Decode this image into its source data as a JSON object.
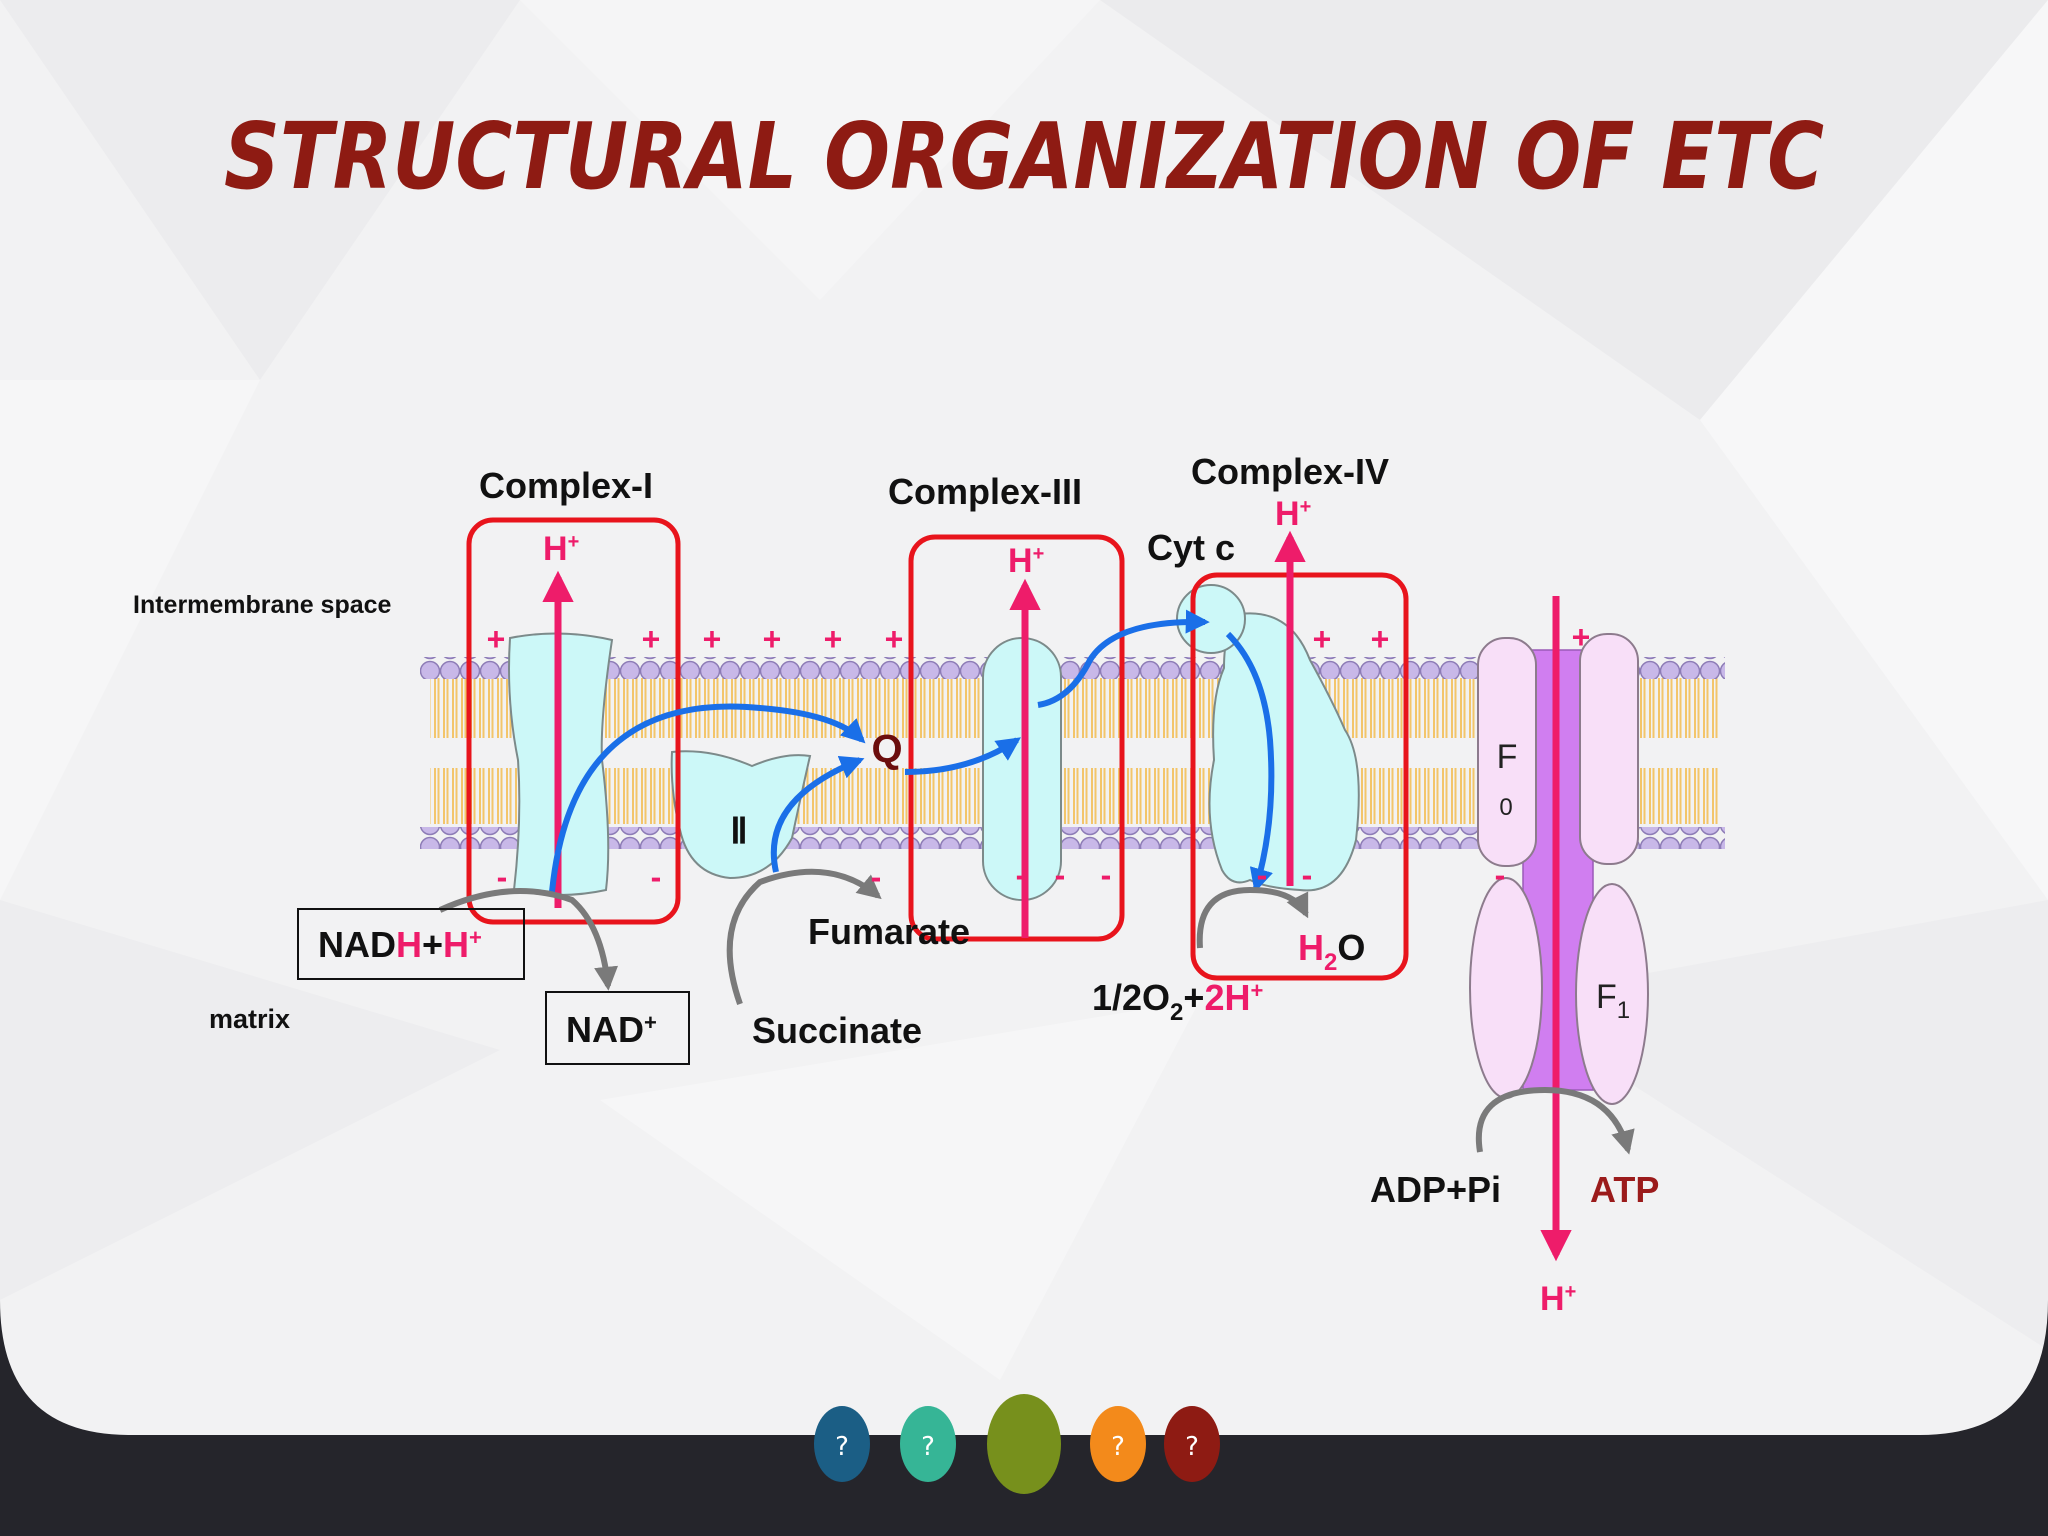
{
  "title": "STRUCTURAL ORGANIZATION OF ETC",
  "regions": {
    "top": "Intermembrane space",
    "bottom": "matrix"
  },
  "complexes": {
    "c1": "Complex-I",
    "c2": "Ⅱ",
    "c3": "Complex-III",
    "c4": "Complex-IV",
    "q": "Q",
    "cytc": "Cyt c",
    "f0_main": "F",
    "f0_sub": "0",
    "f1_main": "F",
    "f1_sub": "1"
  },
  "proton": {
    "main": "H",
    "sup": "+"
  },
  "charges": {
    "plus": "+",
    "minus": "-"
  },
  "nadh": {
    "a": "NAD",
    "b": "H",
    "c": "+",
    "d": "H",
    "e": "+"
  },
  "nad": {
    "a": "NAD",
    "b": "+"
  },
  "succinate": "Succinate",
  "fumarate": "Fumarate",
  "oxygen": {
    "a": "1/2O",
    "b": "2",
    "c": "+",
    "d": "2H",
    "e": "+"
  },
  "water": {
    "a": "H",
    "b": "2",
    "c": "O"
  },
  "adp": "ADP+Pi",
  "atp": "ATP",
  "nav": {
    "buttons": [
      {
        "glyph": "?",
        "color": "#1b5e85"
      },
      {
        "glyph": "?",
        "color": "#36b596"
      },
      {
        "glyph": "",
        "color": "#77901c"
      },
      {
        "glyph": "?",
        "color": "#f38a1b"
      },
      {
        "glyph": "?",
        "color": "#8e1b13"
      }
    ]
  },
  "colors": {
    "title": "#8e1b13",
    "proton": "#ee1c6a",
    "box": "#e8141c",
    "electron": "#1a6fe8",
    "protein": "#ccf8f8",
    "atp_synthase": "#f8dff8",
    "atp_core": "#d07ef0"
  }
}
